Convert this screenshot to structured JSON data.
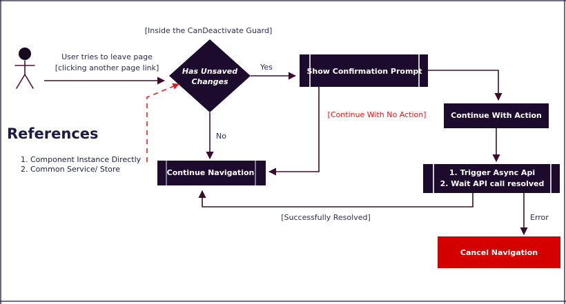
{
  "diagram": {
    "title_note": "[Inside the CanDeactivate Guard]",
    "actor": {
      "name": "user-actor",
      "icon": "actor-stick-figure-icon"
    },
    "nodes": {
      "decision": {
        "label_line1": "Has Unsaved",
        "label_line2": "Changes",
        "shape": "diamond",
        "fill": "#1d0b2e"
      },
      "show_prompt": {
        "label": "Show Confirmation Prompt",
        "shape": "activity-bar",
        "fill": "#1d0b2e"
      },
      "continue_with_action": {
        "label": "Continue With Action",
        "shape": "rect",
        "fill": "#1d0b2e"
      },
      "async_api": {
        "label_line1": "1. Trigger Async Api",
        "label_line2": "2. Wait API call resolved",
        "shape": "activity-bar",
        "fill": "#1d0b2e"
      },
      "continue_navigation": {
        "label": "Continue Navigation",
        "shape": "activity-bar",
        "fill": "#1d0b2e"
      },
      "cancel_navigation": {
        "label": "Cancel Navigation",
        "shape": "rect",
        "fill": "#d40000"
      }
    },
    "edges": {
      "user_to_decision_line1": "User tries to leave page",
      "user_to_decision_line2": "[clicking another page link]",
      "decision_yes": "Yes",
      "decision_no": "No",
      "prompt_no_action": "[Continue With No Action]",
      "successfully_resolved": "[Successfully Resolved]",
      "error": "Error"
    },
    "references": {
      "heading": "References",
      "items": [
        "1. Component Instance Directly",
        "2. Common Service/ Store"
      ]
    },
    "colors": {
      "node_fill": "#1d0b2e",
      "cancel_fill": "#d40000",
      "connector": "#3a0d2a",
      "dashed_connector": "#e02020",
      "label_text": "#2b2b52",
      "node_text": "#ffffff"
    }
  }
}
